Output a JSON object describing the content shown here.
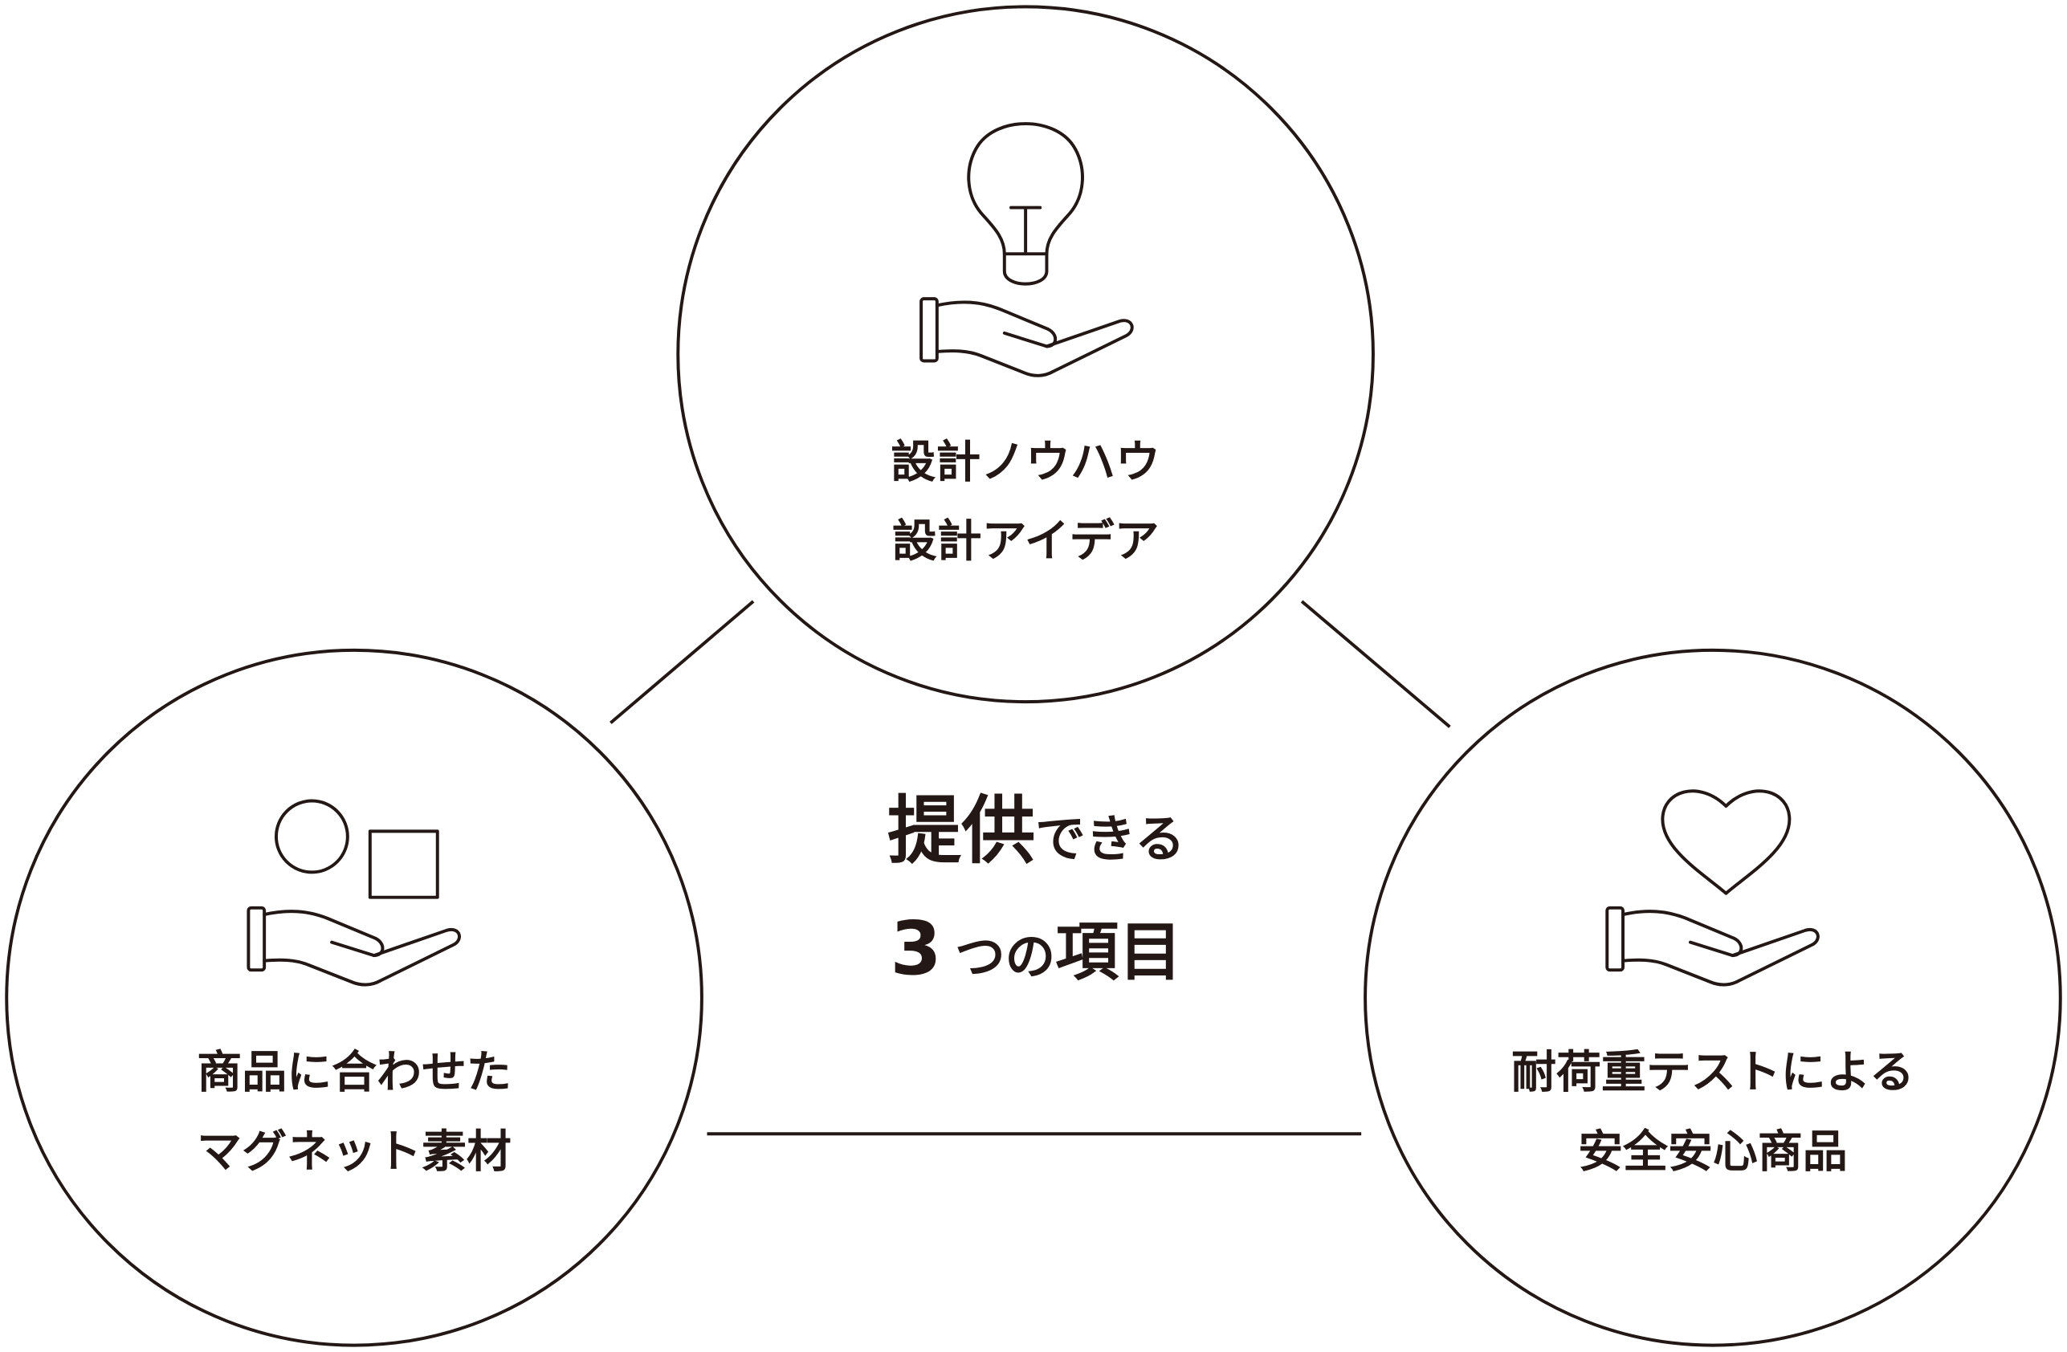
{
  "title": {
    "line1_main": "提供",
    "line1_sub": "できる",
    "line2_num": "3",
    "line2_sub": "つの",
    "line2_main": "項目"
  },
  "items": [
    {
      "icon": "lightbulb-in-hand-icon",
      "lines": [
        "設計ノウハウ",
        "設計アイデア"
      ]
    },
    {
      "icon": "shapes-in-hand-icon",
      "lines": [
        "商品に合わせた",
        "マグネット素材"
      ]
    },
    {
      "icon": "heart-in-hand-icon",
      "lines": [
        "耐荷重テストによる",
        "安全安心商品"
      ]
    }
  ],
  "colors": {
    "ink": "#231815",
    "background": "#ffffff"
  }
}
